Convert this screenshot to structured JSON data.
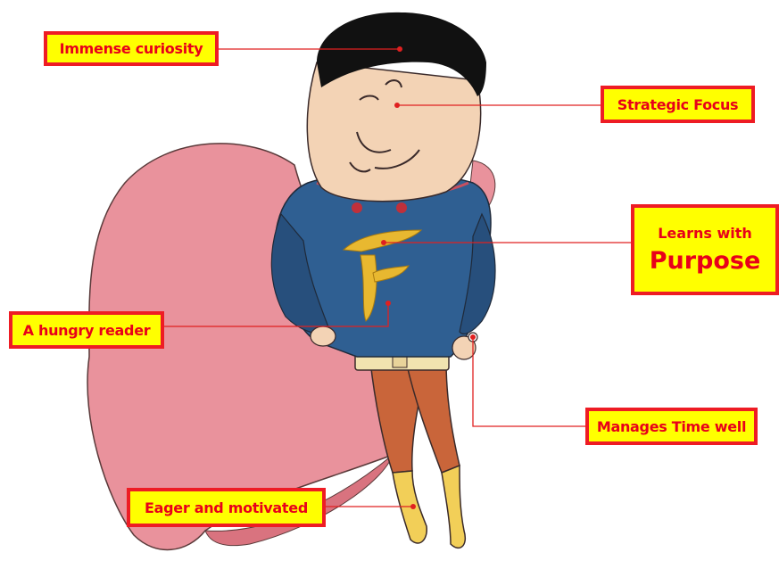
{
  "labels": {
    "curiosity": "Immense curiosity",
    "strategic": "Strategic Focus",
    "learns_line1": "Learns with",
    "learns_line2": "Purpose",
    "reader": "A hungry reader",
    "time": "Manages Time well",
    "eager": "Eager and motivated"
  },
  "colors": {
    "label_fill": "#ffff00",
    "label_border": "#ee1c24",
    "label_text": "#e8001a",
    "leader_line": "#e02020",
    "cape": "#e9929c",
    "shirt": "#2f5f92",
    "pants": "#c9653a",
    "skin": "#f3d3b5",
    "hair": "#111111",
    "logo": "#e8b830"
  },
  "illustration": "cartoon-superhero-with-cape-and-F-logo"
}
